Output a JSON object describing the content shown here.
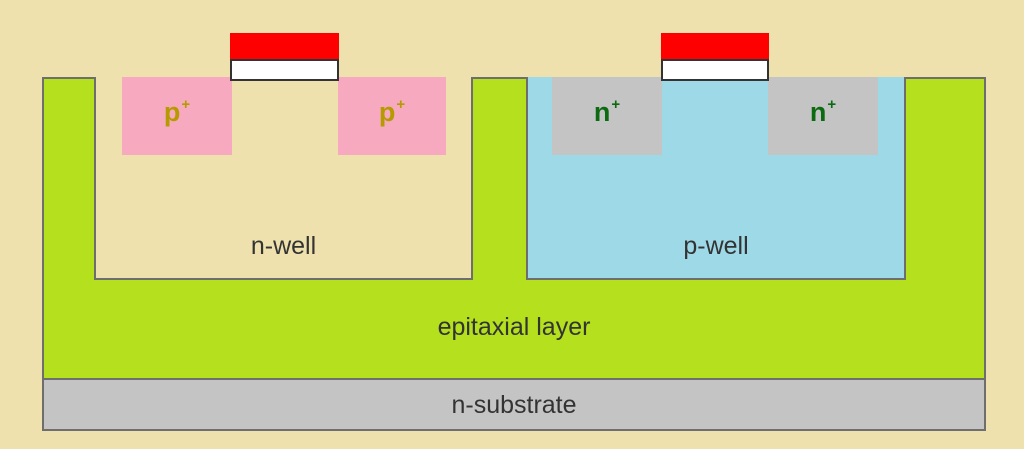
{
  "diagram": {
    "regions": {
      "n_well": "n-well",
      "p_well": "p-well",
      "epitaxial": "epitaxial layer",
      "substrate": "n-substrate"
    },
    "diffusions": {
      "p_base": "p",
      "n_base": "n",
      "sup": "+"
    },
    "colors": {
      "background": "#efe1ad",
      "epitaxial_layer": "#b4e01e",
      "substrate": "#c4c4c4",
      "p_well": "#9ed9e8",
      "p_plus": "#f7a9bf",
      "n_plus": "#c4c4c4",
      "gate_metal": "#ff0000",
      "gate_oxide": "#ffffff"
    }
  }
}
